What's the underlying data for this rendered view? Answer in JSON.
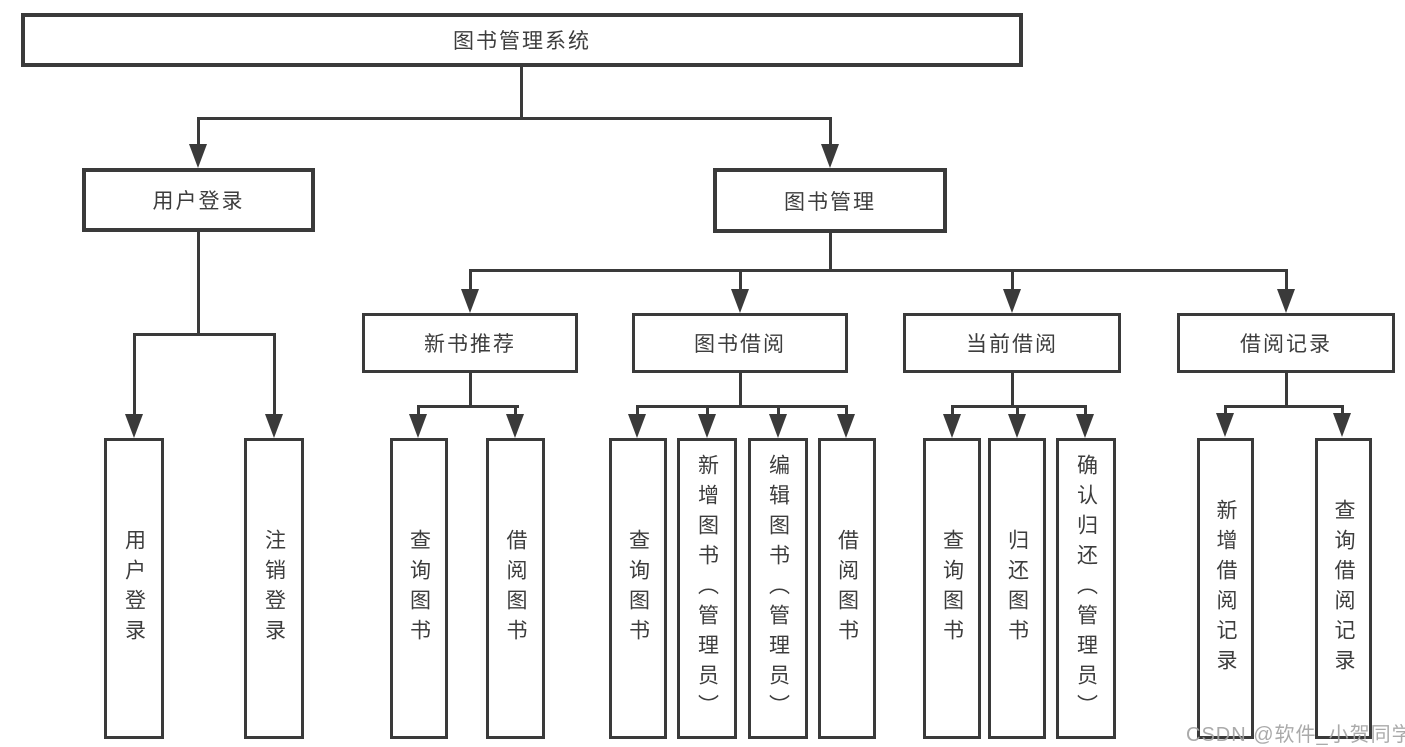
{
  "diagram": {
    "root": {
      "label": "图书管理系统"
    },
    "level2": [
      {
        "label": "用户登录"
      },
      {
        "label": "图书管理"
      }
    ],
    "level3": [
      {
        "label": "新书推荐"
      },
      {
        "label": "图书借阅"
      },
      {
        "label": "当前借阅"
      },
      {
        "label": "借阅记录"
      }
    ],
    "leaves": {
      "user_login": [
        "用户登录",
        "注销登录"
      ],
      "new_book_recommend": [
        "查询图书",
        "借阅图书"
      ],
      "book_borrow": [
        "查询图书",
        "新增图书（管理员）",
        "编辑图书（管理员）",
        "借阅图书"
      ],
      "current_borrow": [
        "查询图书",
        "归还图书",
        "确认归还（管理员）"
      ],
      "borrow_record": [
        "新增借阅记录",
        "查询借阅记录"
      ]
    }
  },
  "watermark": {
    "text": "CSDN @软件_小贺同学"
  },
  "colors": {
    "line": "#3a3a3a",
    "text": "#3d3d3d",
    "background": "#ffffff",
    "watermark": "#a3a3a3"
  }
}
